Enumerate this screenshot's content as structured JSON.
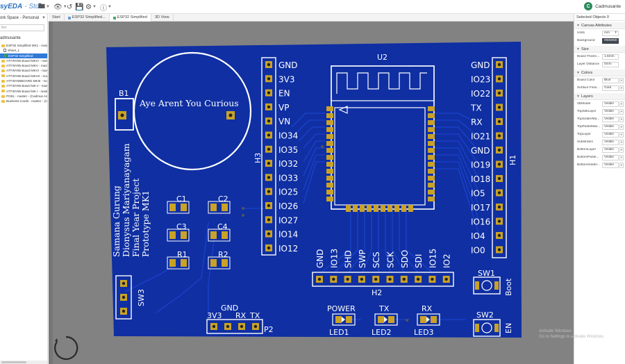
{
  "app": {
    "logo": "syEDA",
    "edition": "- Std"
  },
  "user": {
    "initial": "C",
    "name": "Cadmusante"
  },
  "workspace": {
    "label": "ork Space - Personal"
  },
  "filter": {
    "placeholder": "lter"
  },
  "owner": "admusante",
  "tree": [
    {
      "label": "ESP32 Simplified MK1 - master",
      "kind": "folder",
      "selected": false
    },
    {
      "label": "Sheet_1",
      "kind": "sheet",
      "selected": false
    },
    {
      "label": "ESP32 Simplified",
      "kind": "pcb",
      "selected": true
    },
    {
      "label": "ATTINY85 Board MKIV - master",
      "kind": "folder",
      "selected": false
    },
    {
      "label": "ATTINY85 Board MKV - master",
      "kind": "folder",
      "selected": false
    },
    {
      "label": "ATTINY85 Board MKVI - master",
      "kind": "folder",
      "selected": false
    },
    {
      "label": "ATTINY85 Board MKVII - master",
      "kind": "folder",
      "selected": false
    },
    {
      "label": "ATTINY85BOARD MKIII - maste",
      "kind": "folder",
      "selected": false
    },
    {
      "label": "ATTINY85 Board MK II - maste",
      "kind": "folder",
      "selected": false
    },
    {
      "label": "ATTINY85 Board MK I - maste",
      "kind": "folder",
      "selected": false
    },
    {
      "label": "PCB1 - master - (Cadmus Anthe",
      "kind": "folder",
      "selected": false
    },
    {
      "label": "Business Cards - master - (Cad",
      "kind": "folder",
      "selected": false
    }
  ],
  "tabs": [
    {
      "label": "Start",
      "icon": "",
      "active": false
    },
    {
      "label": "ESP32 Simplified...",
      "icon": "sch",
      "active": false
    },
    {
      "label": "ESP32 Simplified",
      "icon": "pcb",
      "active": true
    },
    {
      "label": "3D View",
      "icon": "",
      "active": false
    }
  ],
  "right_panel": {
    "title": "Selected Objects",
    "title_count": "0",
    "canvas_section": "Canvas Attributes",
    "units_label": "Units",
    "units_value": "mm",
    "background_label": "Background",
    "background_value": "#000000",
    "size_section": "Size",
    "board_thickness_label": "Board Thickn...",
    "board_thickness_value": "1.6mm",
    "layer_distance_label": "Layer Distance",
    "layer_distance_value": "0mm",
    "colors_section": "Colors",
    "board_color_label": "Board Color",
    "board_color_value": "Blue",
    "surface_finish_label": "Surface Finis...",
    "surface_finish_value": "Gold",
    "layers_section": "Layers",
    "layers": [
      {
        "name": "3DModel",
        "value": "Visible"
      },
      {
        "name": "TopSilkLayer",
        "value": "Visible"
      },
      {
        "name": "TopSolderMa...",
        "value": "Visible"
      },
      {
        "name": "TopPasteMas...",
        "value": "Visible"
      },
      {
        "name": "TopLayer",
        "value": "Visible"
      },
      {
        "name": "Substrate1",
        "value": "Visible"
      },
      {
        "name": "BottomLayer",
        "value": "Visible"
      },
      {
        "name": "BottomPaste...",
        "value": "Visible"
      },
      {
        "name": "BottomSolder...",
        "value": "Visible"
      }
    ]
  },
  "pcb": {
    "board_color": "#0f2fa3",
    "silk_color": "#ffffff",
    "pad_color": "#c9a227",
    "labels": {
      "u2": "U2",
      "b1": "B1",
      "h3": "H3",
      "h1": "H1",
      "h2": "H2",
      "sw1": "SW1",
      "sw2": "SW2",
      "sw3": "SW3",
      "p2": "P2",
      "c1": "C1",
      "c2": "C2",
      "c3": "C3",
      "c4": "C4",
      "r1": "R1",
      "r2": "R2",
      "led1": "LED1",
      "led2": "LED2",
      "led3": "LED3",
      "power": "POWER",
      "tx": "TX",
      "rx": "RX",
      "boot": "Boot",
      "en": "EN",
      "battery_text": "Aye Arent You Curious",
      "p2_gnd": "GND",
      "p2_3v3": "3V3",
      "p2_rx": "RX",
      "p2_tx": "TX"
    },
    "project_lines": [
      "Samana Gurung",
      "Dionysus Mariyanayagam",
      "Final Year Project",
      "Prototype MK1"
    ],
    "h3_pins": [
      "GND",
      "3V3",
      "EN",
      "VP",
      "VN",
      "IO34",
      "IO35",
      "IO32",
      "IO33",
      "IO25",
      "IO26",
      "IO27",
      "IO14",
      "IO12"
    ],
    "h1_pins": [
      "GND",
      "IO23",
      "IO22",
      "TX",
      "RX",
      "IO21",
      "GND",
      "IO19",
      "IO18",
      "IO5",
      "IO17",
      "IO16",
      "IO4",
      "IO0"
    ],
    "h2_pins": [
      "GND",
      "IO13",
      "SHD",
      "SWP",
      "SCS",
      "SCK",
      "SDO",
      "SDI",
      "IO15",
      "IO2"
    ]
  },
  "watermark": {
    "line1": "Activate Windows",
    "line2": "Go to Settings to activate Windows."
  }
}
